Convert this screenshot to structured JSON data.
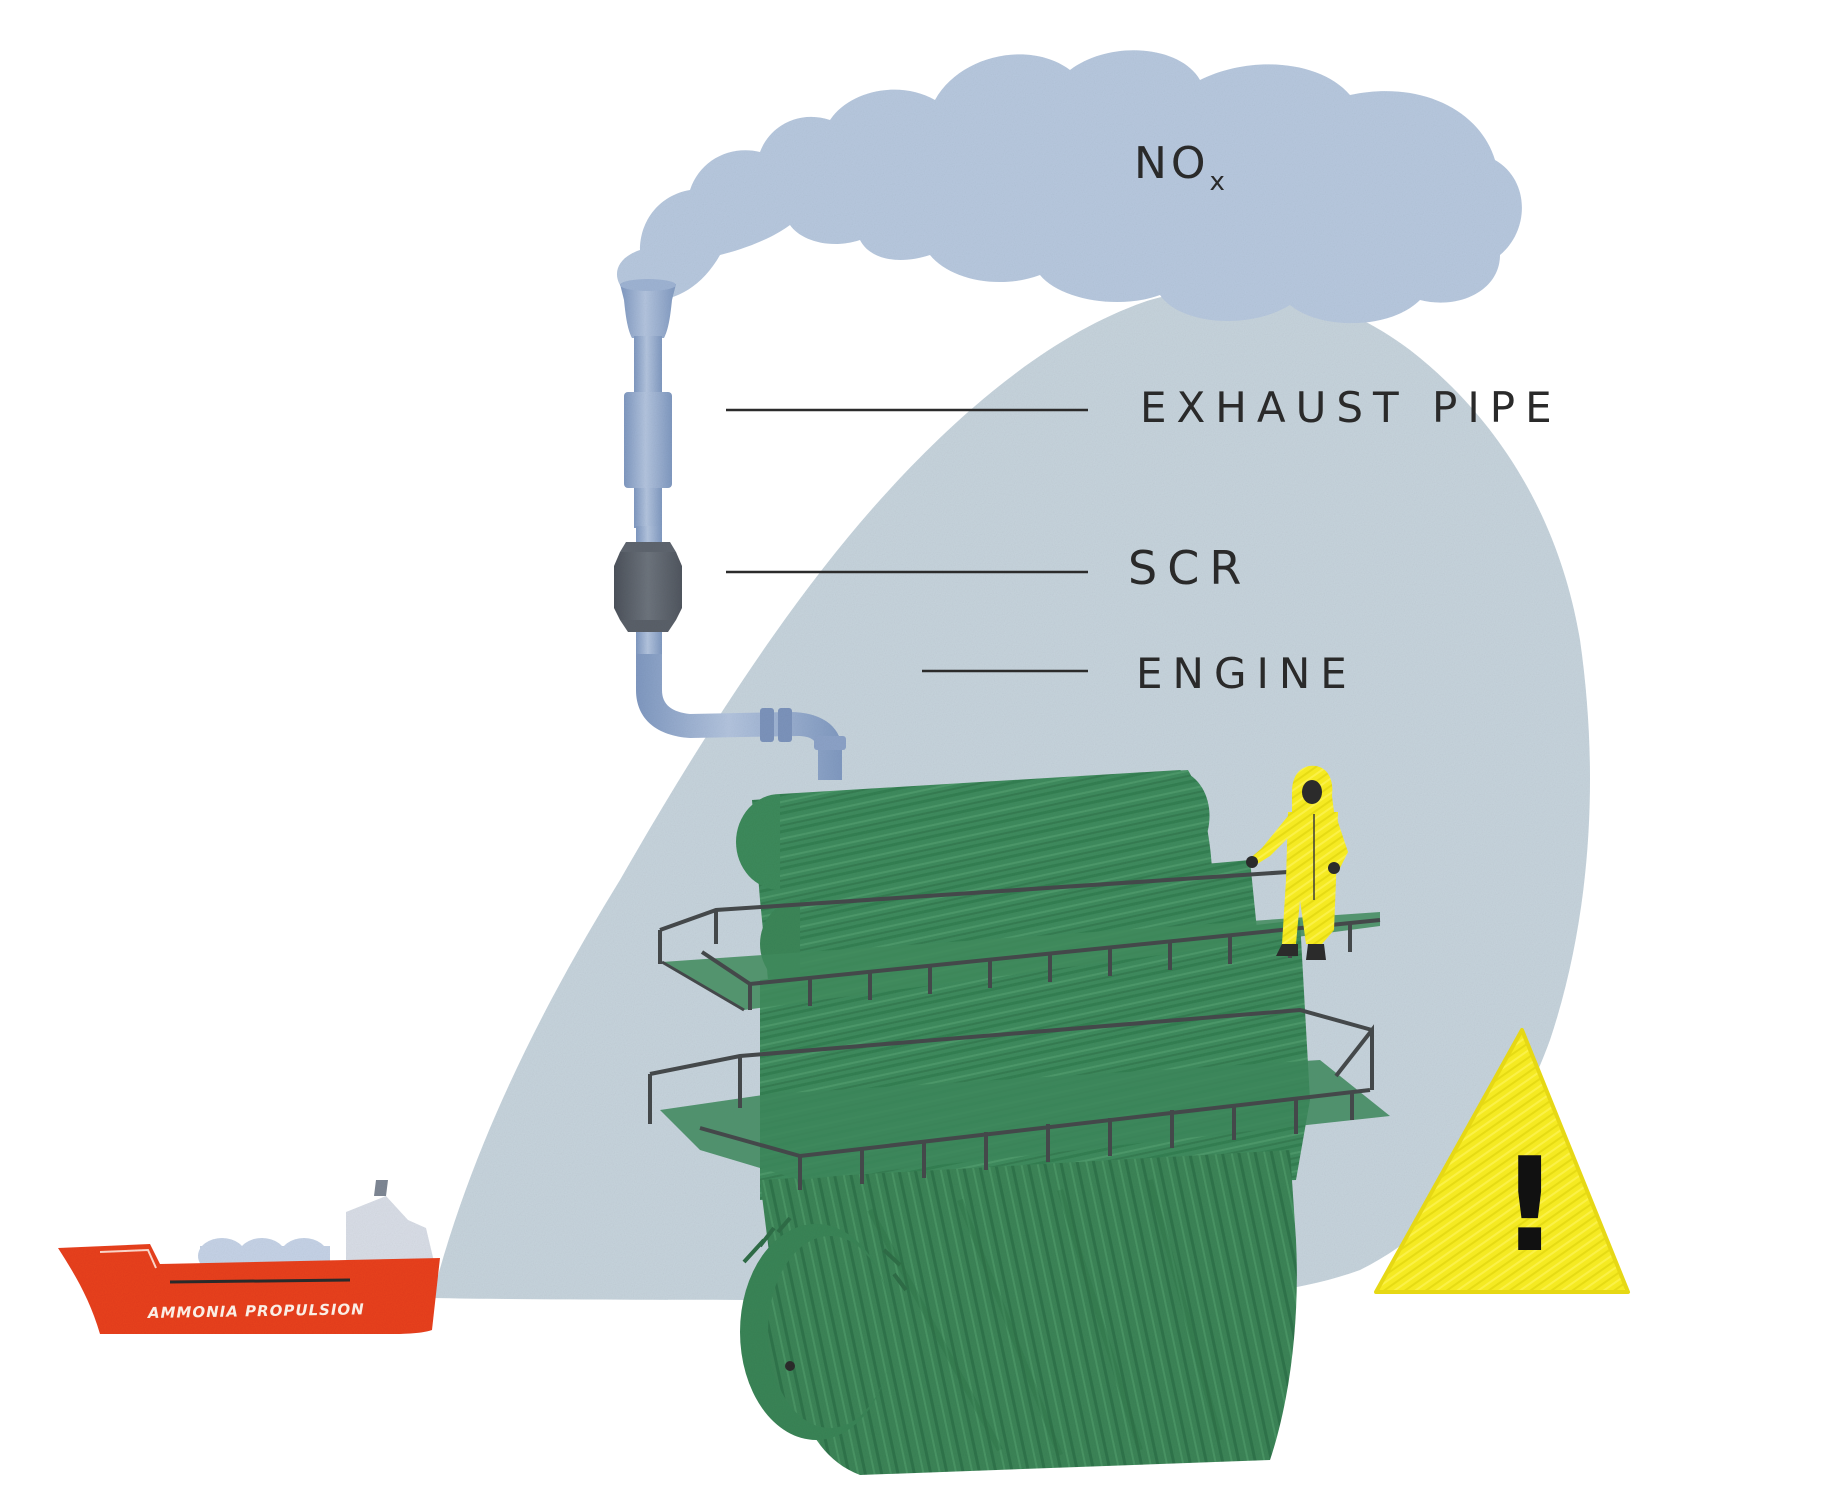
{
  "labels": {
    "cloud": "NO",
    "cloud_subscript": "x",
    "exhaust": "EXHAUST PIPE",
    "scr": "SCR",
    "engine": "ENGINE",
    "warning": "!"
  },
  "ship": {
    "hull_text": "AMMONIA PROPULSION"
  },
  "colors": {
    "background": "#ffffff",
    "smoke_cloud": "#b7c8de",
    "backdrop": "#c6d3dc",
    "pipe": "#8ea6cb",
    "scr": "#5c636d",
    "engine": "#3e8a5c",
    "rail": "#44484a",
    "worker_suit": "#e7d81d",
    "warning": "#f3e81d",
    "ship_hull": "#e8401d"
  },
  "icons": {
    "worker": "hazmat-worker-icon",
    "warning": "warning-triangle-icon",
    "ship": "ship-icon"
  }
}
